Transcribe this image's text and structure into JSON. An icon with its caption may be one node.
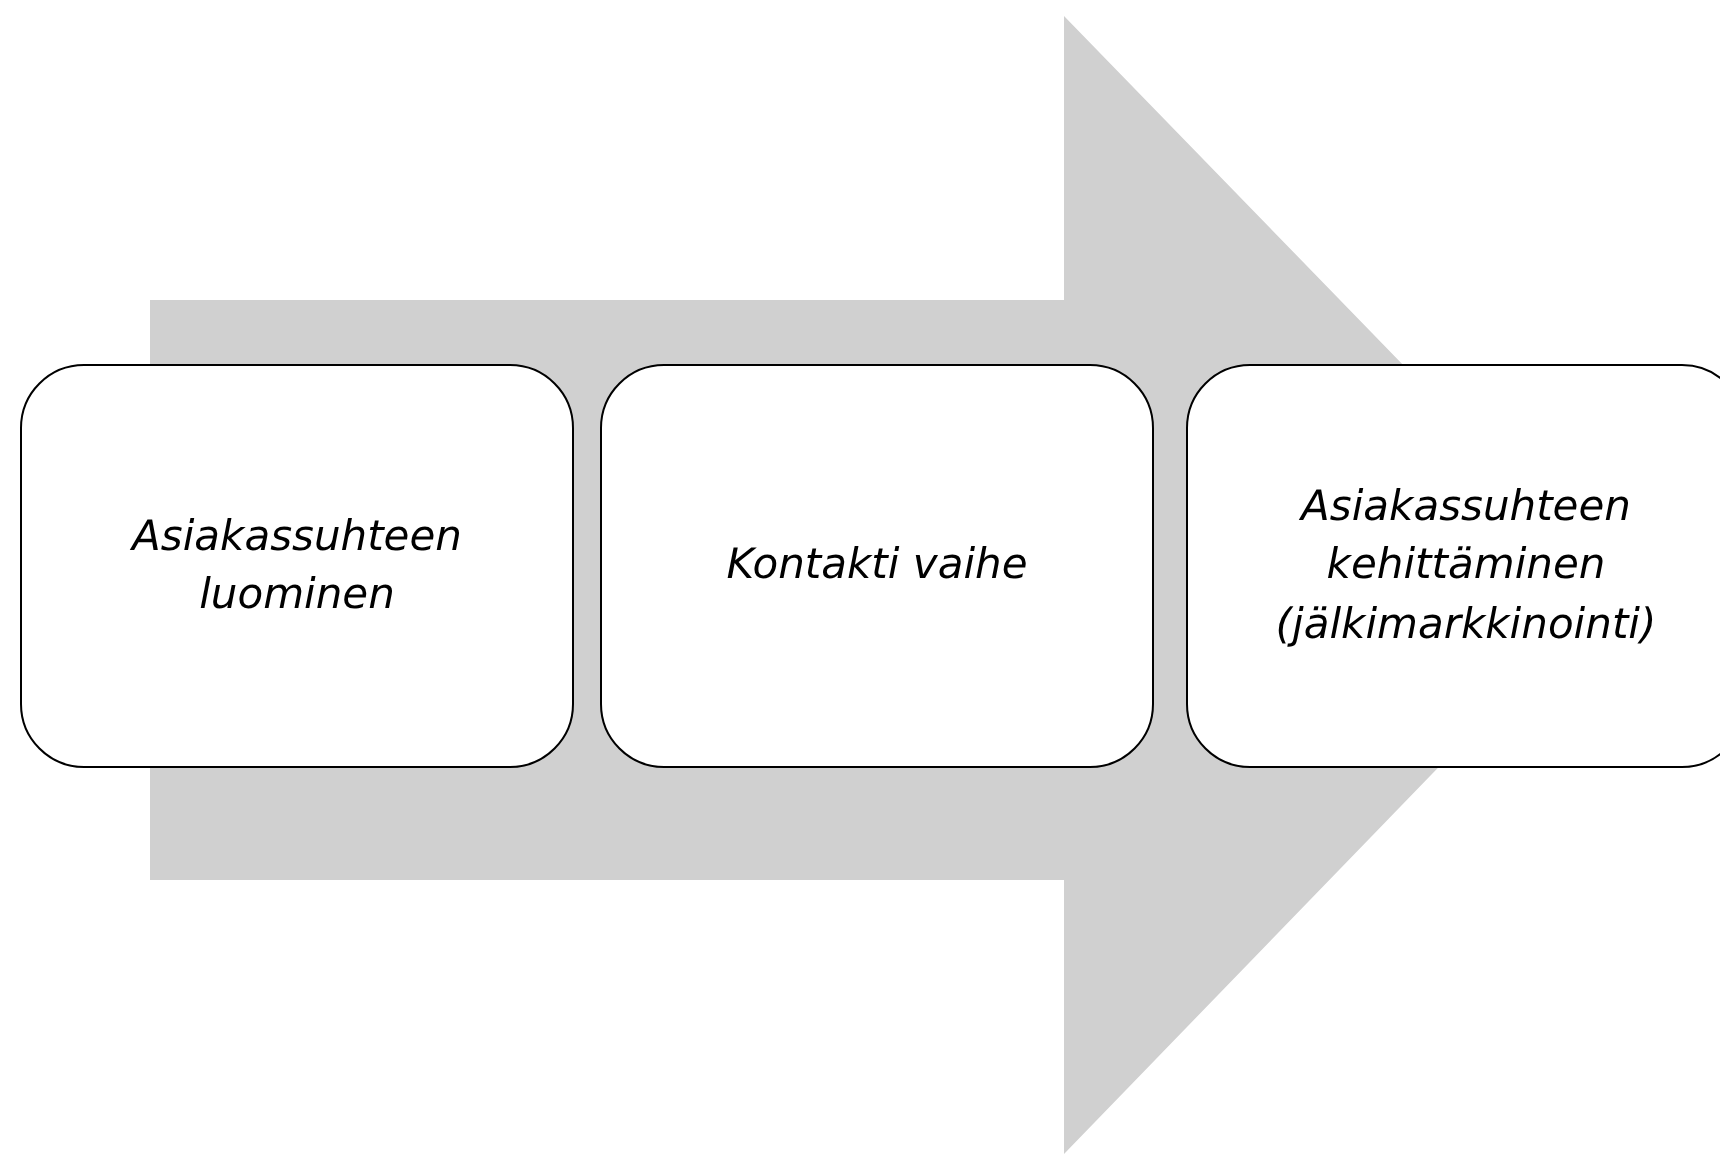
{
  "diagram": {
    "nodes": [
      {
        "text": [
          "Asiakassuhteen luominen"
        ]
      },
      {
        "text": [
          "Kontakti vaihe"
        ]
      },
      {
        "text": [
          "Asiakassuhteen kehittäminen (jälkimarkkinointi)"
        ]
      }
    ],
    "edges": [
      {
        "from": 0,
        "to": 2,
        "arrow": "to"
      }
    ]
  }
}
